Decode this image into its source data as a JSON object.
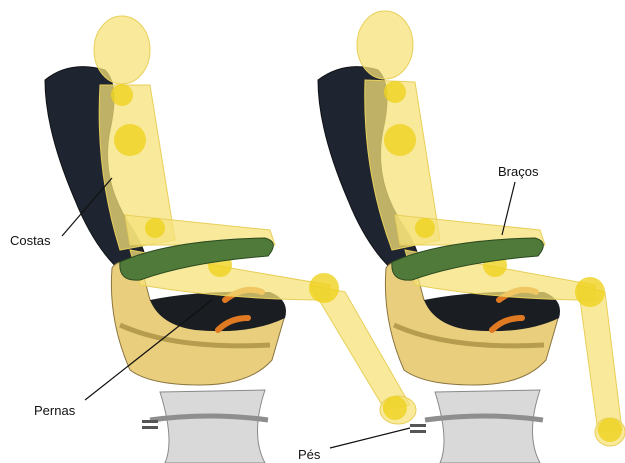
{
  "labels": {
    "back": "Costas",
    "arms": "Braços",
    "legs": "Pernas",
    "feet": "Pés"
  },
  "colors": {
    "body": "#f6e27a",
    "joint": "#efd21f",
    "seat_back": "#1f2530",
    "armrest": "#4f7a3a",
    "shell": "#e9cf7d",
    "cushion": "#1a1d22",
    "lever": "#e07a22",
    "pedestal": "#d9d9d9"
  }
}
